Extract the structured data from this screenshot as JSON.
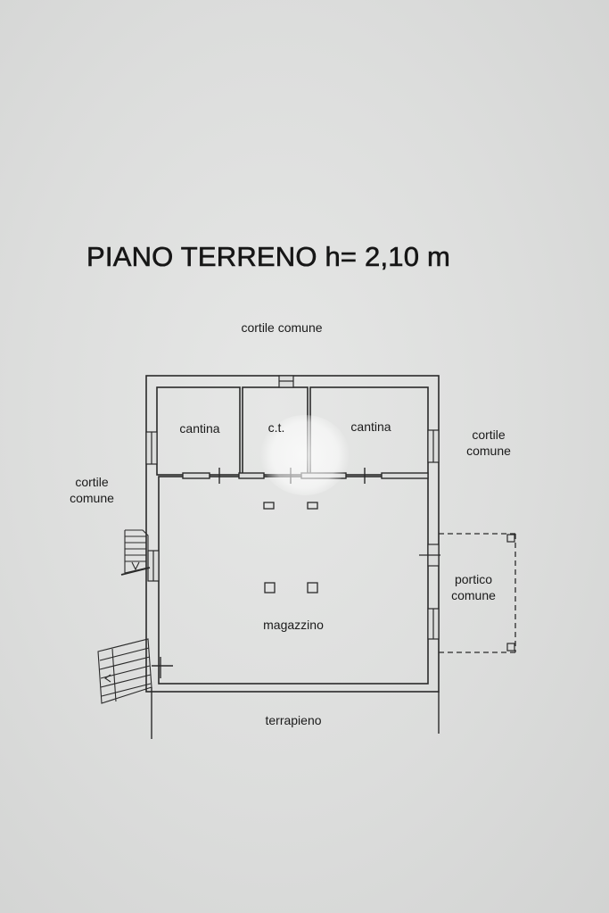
{
  "title": "PIANO TERRENO h= 2,10 m",
  "labels": {
    "courtyard_top": "cortile comune",
    "courtyard_right_1": "cortile",
    "courtyard_right_2": "comune",
    "courtyard_left_1": "cortile",
    "courtyard_left_2": "comune",
    "cellar_left": "cantina",
    "boiler_room": "c.t.",
    "cellar_right": "cantina",
    "warehouse": "magazzino",
    "portico_1": "portico",
    "portico_2": "comune",
    "embankment": "terrapieno"
  }
}
